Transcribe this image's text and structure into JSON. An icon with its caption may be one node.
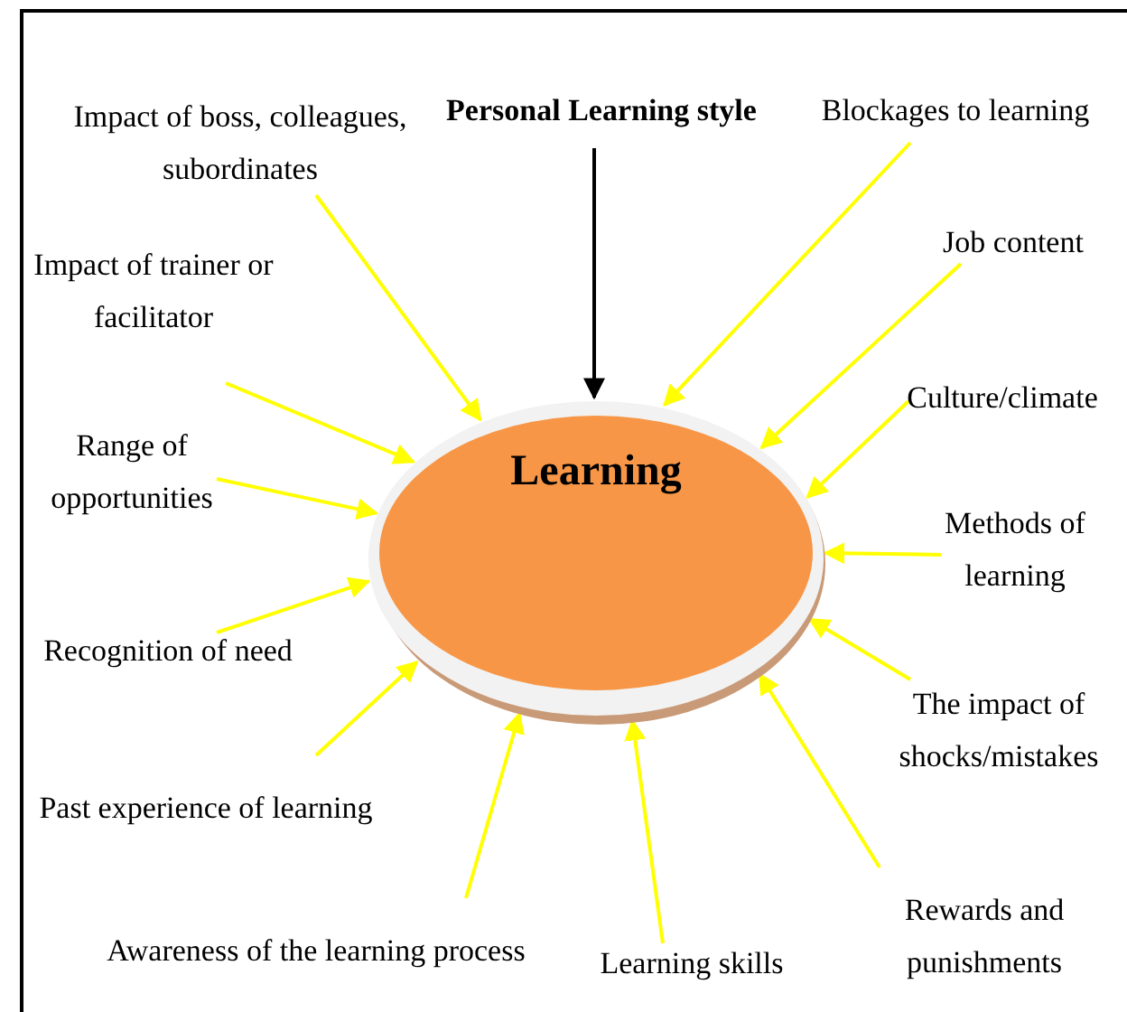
{
  "diagram": {
    "nodes": [
      {
        "text": [
          "Learning"
        ]
      },
      {
        "text": [
          "Personal Learning style"
        ]
      },
      {
        "text": [
          "Impact of boss, colleagues, subordinates"
        ]
      },
      {
        "text": [
          "Blockages to learning"
        ]
      },
      {
        "text": [
          "Impact of trainer or facilitator"
        ]
      },
      {
        "text": [
          "Job content"
        ]
      },
      {
        "text": [
          "Range of opportunities"
        ]
      },
      {
        "text": [
          "Culture/climate"
        ]
      },
      {
        "text": [
          "Methods of learning"
        ]
      },
      {
        "text": [
          "Recognition of need"
        ]
      },
      {
        "text": [
          "The impact of shocks/mistakes"
        ]
      },
      {
        "text": [
          "Past experience of learning"
        ]
      },
      {
        "text": [
          "Awareness of the learning process"
        ]
      },
      {
        "text": [
          "Learning skills"
        ]
      },
      {
        "text": [
          "Rewards and punishments"
        ]
      }
    ],
    "edges": [
      {
        "from": 1,
        "to": 0,
        "arrow": "to",
        "color": "#000000"
      },
      {
        "from": 2,
        "to": 0,
        "arrow": "to"
      },
      {
        "from": 3,
        "to": 0,
        "arrow": "to"
      },
      {
        "from": 4,
        "to": 0,
        "arrow": "to"
      },
      {
        "from": 5,
        "to": 0,
        "arrow": "to"
      },
      {
        "from": 6,
        "to": 0,
        "arrow": "to"
      },
      {
        "from": 7,
        "to": 0,
        "arrow": "to"
      },
      {
        "from": 8,
        "to": 0,
        "arrow": "to"
      },
      {
        "from": 9,
        "to": 0,
        "arrow": "to"
      },
      {
        "from": 10,
        "to": 0,
        "arrow": "to"
      },
      {
        "from": 11,
        "to": 0,
        "arrow": "to"
      },
      {
        "from": 12,
        "to": 0,
        "arrow": "to"
      },
      {
        "from": 13,
        "to": 0,
        "arrow": "to"
      },
      {
        "from": 14,
        "to": 0,
        "arrow": "to"
      }
    ]
  }
}
